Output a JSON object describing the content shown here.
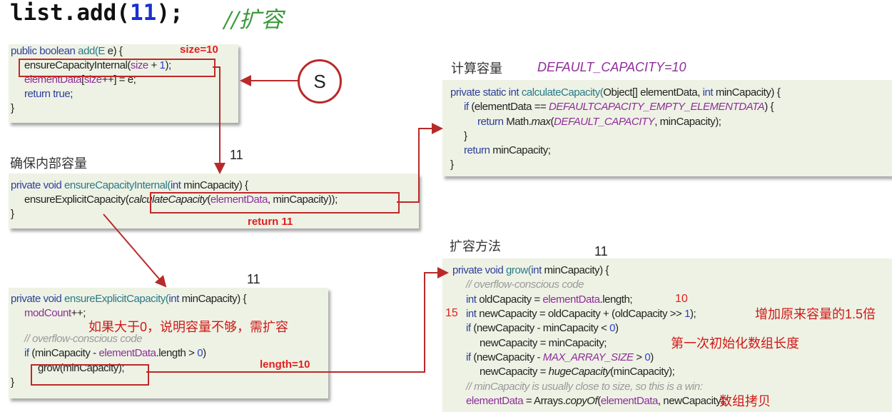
{
  "title": {
    "prefix": "list.add(",
    "arg": "11",
    "suffix": ");",
    "comment": "//扩容"
  },
  "add_panel": {
    "annotation": "size=10",
    "lines": [
      {
        "indent": 0,
        "tokens": [
          {
            "t": "public boolean ",
            "c": "k"
          },
          {
            "t": "add(",
            "c": "m"
          },
          {
            "t": "E",
            "c": "m"
          },
          {
            "t": " e) {",
            "c": ""
          }
        ]
      },
      {
        "indent": 1,
        "tokens": [
          {
            "t": "ensureCapacityInternal(",
            "c": ""
          },
          {
            "t": "size",
            "c": "f"
          },
          {
            "t": " + ",
            "c": ""
          },
          {
            "t": "1",
            "c": "n"
          },
          {
            "t": ");",
            "c": ""
          }
        ]
      },
      {
        "indent": 1,
        "tokens": [
          {
            "t": "elementData",
            "c": "f"
          },
          {
            "t": "[",
            "c": ""
          },
          {
            "t": "size",
            "c": "f"
          },
          {
            "t": "++] = e;",
            "c": ""
          }
        ]
      },
      {
        "indent": 1,
        "tokens": [
          {
            "t": "return true",
            "c": "k"
          },
          {
            "t": ";",
            "c": ""
          }
        ]
      },
      {
        "indent": 0,
        "tokens": [
          {
            "t": "}",
            "c": ""
          }
        ]
      }
    ]
  },
  "s_circle": "S",
  "ensure_internal": {
    "heading": "确保内部容量",
    "arg_label": "11",
    "return_label": "return 11",
    "lines": [
      {
        "indent": 0,
        "tokens": [
          {
            "t": "private void ",
            "c": "k"
          },
          {
            "t": "ensureCapacityInternal(",
            "c": "m"
          },
          {
            "t": "int",
            "c": "k"
          },
          {
            "t": " minCapacity) {",
            "c": ""
          }
        ]
      },
      {
        "indent": 1,
        "tokens": [
          {
            "t": "ensureExplicitCapacity(",
            "c": ""
          },
          {
            "t": "calculateCapacity",
            "c": "i"
          },
          {
            "t": "(",
            "c": ""
          },
          {
            "t": "elementData",
            "c": "f"
          },
          {
            "t": ", minCapacity));",
            "c": ""
          }
        ]
      },
      {
        "indent": 0,
        "tokens": [
          {
            "t": "}",
            "c": ""
          }
        ]
      }
    ]
  },
  "ensure_explicit": {
    "arg_label": "11",
    "length_label": "length=10",
    "note": "如果大于0，说明容量不够，需扩容",
    "lines": [
      {
        "indent": 0,
        "tokens": [
          {
            "t": "private void ",
            "c": "k"
          },
          {
            "t": "ensureExplicitCapacity(",
            "c": "m"
          },
          {
            "t": "int",
            "c": "k"
          },
          {
            "t": " minCapacity) {",
            "c": ""
          }
        ]
      },
      {
        "indent": 1,
        "tokens": [
          {
            "t": "modCount",
            "c": "f"
          },
          {
            "t": "++;",
            "c": ""
          }
        ]
      },
      {
        "indent": 1,
        "tokens": []
      },
      {
        "indent": 1,
        "tokens": [
          {
            "t": "// overflow-conscious code",
            "c": "c"
          }
        ]
      },
      {
        "indent": 1,
        "tokens": [
          {
            "t": "if",
            "c": "k"
          },
          {
            "t": " (minCapacity - ",
            "c": ""
          },
          {
            "t": "elementData",
            "c": "f"
          },
          {
            "t": ".length > ",
            "c": ""
          },
          {
            "t": "0",
            "c": "n"
          },
          {
            "t": ")",
            "c": ""
          }
        ]
      },
      {
        "indent": 2,
        "tokens": [
          {
            "t": "grow(minCapacity);",
            "c": ""
          }
        ]
      },
      {
        "indent": 0,
        "tokens": [
          {
            "t": "}",
            "c": ""
          }
        ]
      }
    ]
  },
  "calculate": {
    "heading": "计算容量",
    "constant": "DEFAULT_CAPACITY=10",
    "lines": [
      {
        "indent": 0,
        "tokens": [
          {
            "t": "private static int ",
            "c": "k"
          },
          {
            "t": "calculateCapacity(",
            "c": "m"
          },
          {
            "t": "Object[] elementData, ",
            "c": ""
          },
          {
            "t": "int",
            "c": "k"
          },
          {
            "t": " minCapacity) {",
            "c": ""
          }
        ]
      },
      {
        "indent": 1,
        "tokens": [
          {
            "t": "if",
            "c": "k"
          },
          {
            "t": " (elementData == ",
            "c": ""
          },
          {
            "t": "DEFAULTCAPACITY_EMPTY_ELEMENTDATA",
            "c": "fi"
          },
          {
            "t": ") {",
            "c": ""
          }
        ]
      },
      {
        "indent": 2,
        "tokens": [
          {
            "t": "return",
            "c": "k"
          },
          {
            "t": " Math.",
            "c": ""
          },
          {
            "t": "max",
            "c": "i"
          },
          {
            "t": "(",
            "c": ""
          },
          {
            "t": "DEFAULT_CAPACITY",
            "c": "fi"
          },
          {
            "t": ", minCapacity);",
            "c": ""
          }
        ]
      },
      {
        "indent": 1,
        "tokens": [
          {
            "t": "}",
            "c": ""
          }
        ]
      },
      {
        "indent": 1,
        "tokens": [
          {
            "t": "return",
            "c": "k"
          },
          {
            "t": " minCapacity;",
            "c": ""
          }
        ]
      },
      {
        "indent": 0,
        "tokens": [
          {
            "t": "}",
            "c": ""
          }
        ]
      }
    ]
  },
  "grow": {
    "heading": "扩容方法",
    "arg_label": "11",
    "old_value": "10",
    "new_value": "15",
    "note_factor": "增加原来容量的1.5倍",
    "note_first_init": "第一次初始化数组长度",
    "note_copy": "数组拷贝",
    "lines": [
      {
        "indent": 0,
        "tokens": [
          {
            "t": "private void ",
            "c": "k"
          },
          {
            "t": "grow(",
            "c": "m"
          },
          {
            "t": "int",
            "c": "k"
          },
          {
            "t": " minCapacity) {",
            "c": ""
          }
        ]
      },
      {
        "indent": 1,
        "tokens": [
          {
            "t": "// overflow-conscious code",
            "c": "c"
          }
        ]
      },
      {
        "indent": 1,
        "tokens": [
          {
            "t": "int",
            "c": "k"
          },
          {
            "t": " oldCapacity = ",
            "c": ""
          },
          {
            "t": "elementData",
            "c": "f"
          },
          {
            "t": ".length;",
            "c": ""
          }
        ]
      },
      {
        "indent": 1,
        "tokens": [
          {
            "t": "int",
            "c": "k"
          },
          {
            "t": " newCapacity = oldCapacity + (oldCapacity >> ",
            "c": ""
          },
          {
            "t": "1",
            "c": "n"
          },
          {
            "t": ");",
            "c": ""
          }
        ]
      },
      {
        "indent": 1,
        "tokens": [
          {
            "t": "if",
            "c": "k"
          },
          {
            "t": " (newCapacity - minCapacity < ",
            "c": ""
          },
          {
            "t": "0",
            "c": "n"
          },
          {
            "t": ")",
            "c": ""
          }
        ]
      },
      {
        "indent": 2,
        "tokens": [
          {
            "t": "newCapacity = minCapacity;",
            "c": ""
          }
        ]
      },
      {
        "indent": 1,
        "tokens": [
          {
            "t": "if",
            "c": "k"
          },
          {
            "t": " (newCapacity - ",
            "c": ""
          },
          {
            "t": "MAX_ARRAY_SIZE",
            "c": "fi"
          },
          {
            "t": " > ",
            "c": ""
          },
          {
            "t": "0",
            "c": "n"
          },
          {
            "t": ")",
            "c": ""
          }
        ]
      },
      {
        "indent": 2,
        "tokens": [
          {
            "t": "newCapacity = ",
            "c": ""
          },
          {
            "t": "hugeCapacity",
            "c": "i"
          },
          {
            "t": "(minCapacity);",
            "c": ""
          }
        ]
      },
      {
        "indent": 1,
        "tokens": [
          {
            "t": "// minCapacity is usually close to size, so this is a win:",
            "c": "c"
          }
        ]
      },
      {
        "indent": 1,
        "tokens": [
          {
            "t": "elementData",
            "c": "f"
          },
          {
            "t": " = Arrays.",
            "c": ""
          },
          {
            "t": "copyOf",
            "c": "i"
          },
          {
            "t": "(",
            "c": ""
          },
          {
            "t": "elementData",
            "c": "f"
          },
          {
            "t": ", newCapacity);",
            "c": ""
          }
        ]
      }
    ]
  }
}
